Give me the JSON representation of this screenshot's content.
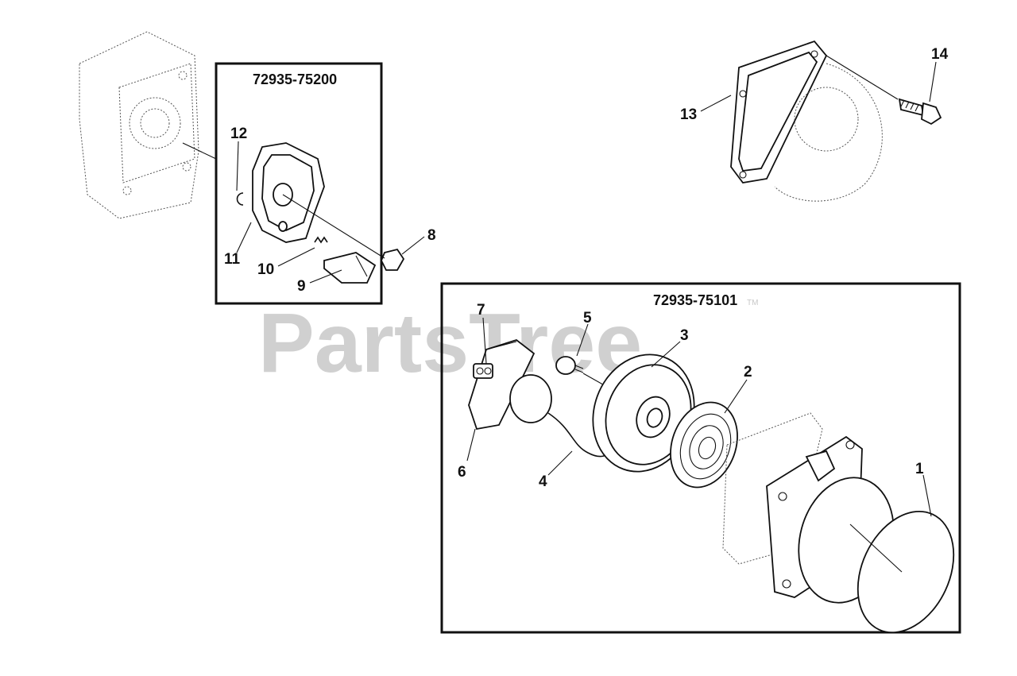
{
  "watermark": {
    "text": "PartsTree",
    "mark": "TM"
  },
  "kits": [
    {
      "id": "kit-left",
      "number": "72935-75200"
    },
    {
      "id": "kit-right",
      "number": "72935-75101"
    }
  ],
  "callouts": [
    "1",
    "2",
    "3",
    "4",
    "5",
    "6",
    "7",
    "8",
    "9",
    "10",
    "11",
    "12",
    "13",
    "14"
  ]
}
